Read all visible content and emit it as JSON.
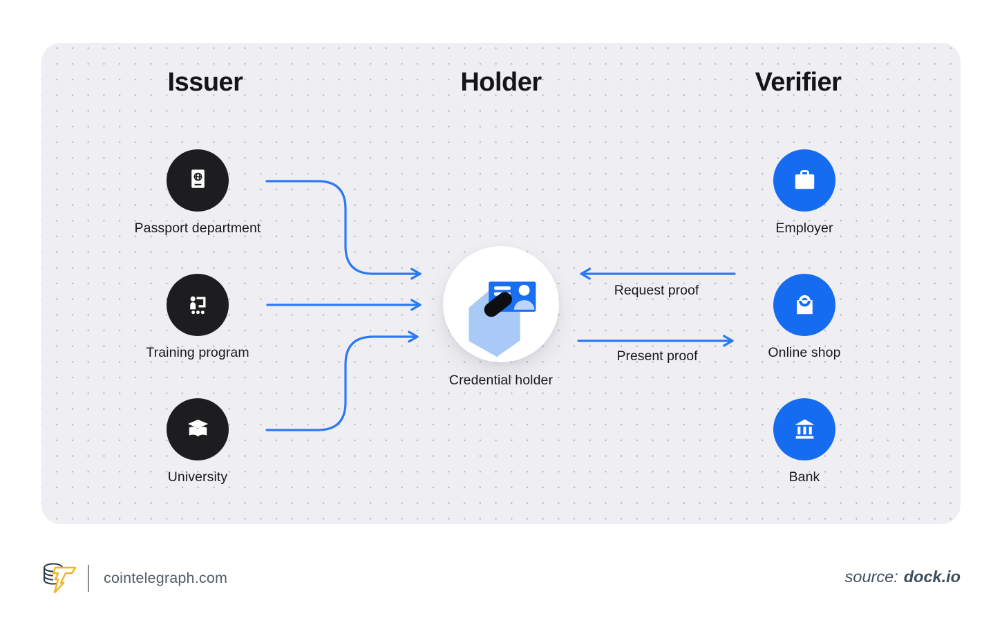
{
  "canvas": {
    "headings": {
      "issuer": "Issuer",
      "holder": "Holder",
      "verifier": "Verifier"
    },
    "issuers": [
      {
        "label": "Passport department",
        "icon": "passport-icon"
      },
      {
        "label": "Training program",
        "icon": "training-icon"
      },
      {
        "label": "University",
        "icon": "graduation-book-icon"
      }
    ],
    "holder": {
      "label": "Credential holder",
      "icon": "id-card-in-hand-icon"
    },
    "verifiers": [
      {
        "label": "Employer",
        "icon": "briefcase-icon"
      },
      {
        "label": "Online shop",
        "icon": "shopping-bag-icon"
      },
      {
        "label": "Bank",
        "icon": "bank-icon"
      }
    ],
    "flows": {
      "request": "Request proof",
      "present": "Present proof"
    },
    "colors": {
      "canvas_bg": "#efeff3",
      "arrow_blue": "#2e79f2",
      "verifier_circle_blue": "#156cf0",
      "issuer_circle_black": "#1d1d20",
      "card_blue": "#1a6ef0",
      "card_light_blue": "#a9c9f7"
    }
  },
  "footer": {
    "brand": "cointelegraph.com",
    "source_prefix": "source:",
    "source_name": "dock.io"
  }
}
